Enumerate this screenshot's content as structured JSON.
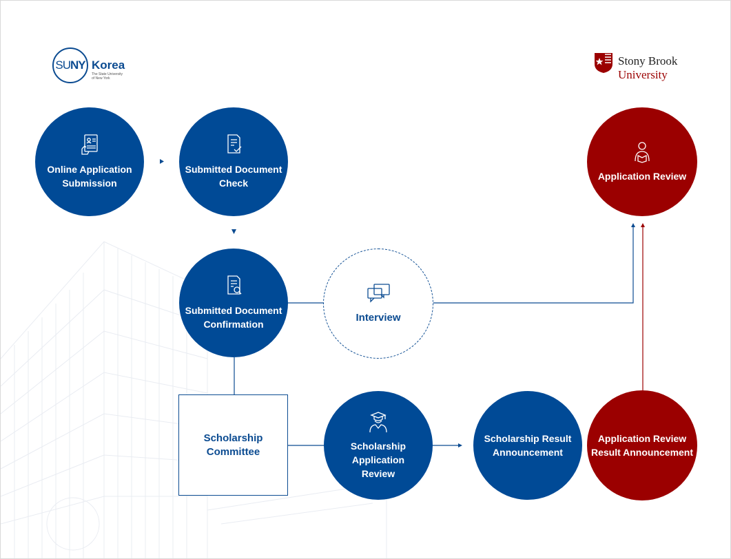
{
  "logos": {
    "suny_mark_a": "SU",
    "suny_mark_b": "NY",
    "suny_word": "Korea",
    "suny_sub_1": "The State University",
    "suny_sub_2": "of New York",
    "sbu_line1": "Stony Brook",
    "sbu_line2": "University"
  },
  "nodes": {
    "online_application": {
      "line1": "Online Application",
      "line2": "Submission",
      "icon": "applicant-form-icon"
    },
    "document_check": {
      "line1": "Submitted Document",
      "line2": "Check",
      "icon": "document-check-icon"
    },
    "document_confirmation": {
      "line1": "Submitted Document",
      "line2": "Confirmation",
      "icon": "document-search-icon"
    },
    "interview": {
      "line1": "Interview",
      "icon": "chat-bubbles-icon"
    },
    "scholarship_committee": {
      "line1": "Scholarship",
      "line2": "Committee"
    },
    "scholarship_review": {
      "line1": "Scholarship Application",
      "line2": "Review",
      "icon": "graduate-icon"
    },
    "scholarship_result": {
      "line1": "Scholarship Result",
      "line2": "Announcement"
    },
    "application_review": {
      "line1": "Application Review",
      "icon": "reader-icon"
    },
    "application_result": {
      "line1": "Application Review",
      "line2": "Result Announcement"
    }
  },
  "colors": {
    "suny_blue": "#004a96",
    "stony_brook_red": "#9b0000"
  }
}
